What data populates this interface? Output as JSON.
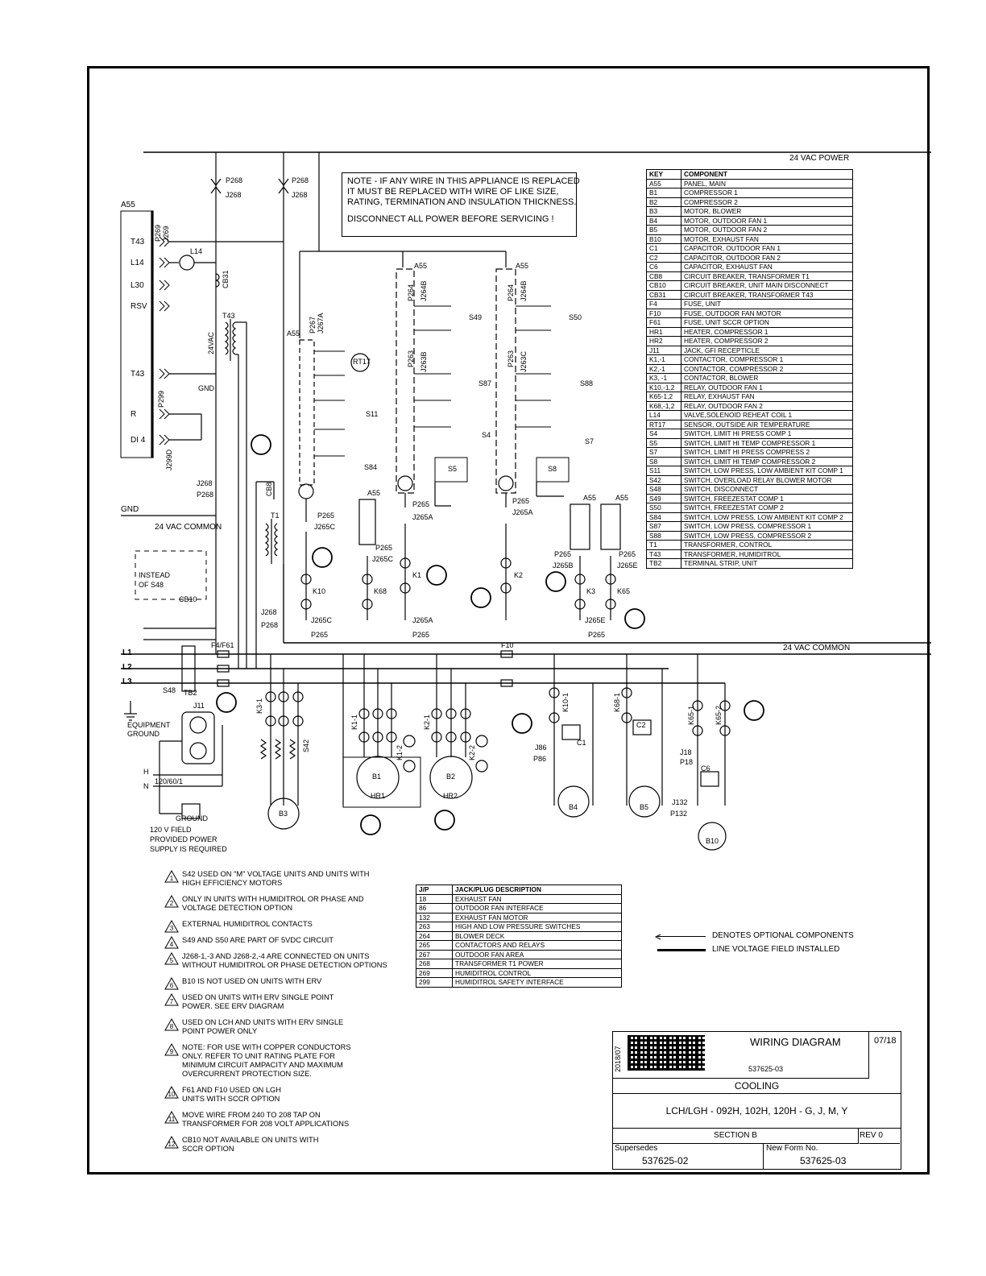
{
  "header": {
    "power_label": "24 VAC  POWER",
    "common_label_right": "24 VAC  COMMON",
    "common_label_left": "24 VAC  COMMON",
    "gnd_label": "GND"
  },
  "note_box": {
    "line1": "NOTE - IF ANY WIRE IN THIS APPLIANCE IS REPLACED",
    "line2": "IT MUST  BE REPLACED WITH WIRE OF LIKE  SIZE,",
    "line3": "RATING, TERMINATION AND INSULATION THICKNESS.",
    "line4": "DISCONNECT ALL POWER BEFORE SERVICING !"
  },
  "key_table": {
    "headers": [
      "KEY",
      "COMPONENT"
    ],
    "rows": [
      [
        "A55",
        "PANEL, MAIN"
      ],
      [
        "B1",
        "COMPRESSOR 1"
      ],
      [
        "B2",
        "COMPRESSOR 2"
      ],
      [
        "B3",
        "MOTOR, BLOWER"
      ],
      [
        "B4",
        "MOTOR, OUTDOOR FAN 1"
      ],
      [
        "B5",
        "MOTOR, OUTDOOR FAN 2"
      ],
      [
        "B10",
        "MOTOR, EXHAUST FAN"
      ],
      [
        "C1",
        "CAPACITOR, OUTDOOR FAN 1"
      ],
      [
        "C2",
        "CAPACITOR, OUTDOOR FAN 2"
      ],
      [
        "C6",
        "CAPACITOR, EXHAUST FAN"
      ],
      [
        "CB8",
        "CIRCUIT BREAKER, TRANSFORMER T1"
      ],
      [
        "CB10",
        "CIRCUIT BREAKER, UNIT MAIN DISCONNECT"
      ],
      [
        "CB31",
        "CIRCUIT BREAKER, TRANSFORMER T43"
      ],
      [
        "F4",
        "FUSE, UNIT"
      ],
      [
        "F10",
        "FUSE, OUTDOOR FAN MOTOR"
      ],
      [
        "F61",
        "FUSE, UNIT SCCR OPTION"
      ],
      [
        "HR1",
        "HEATER, COMPRESSOR 1"
      ],
      [
        "HR2",
        "HEATER, COMPRESSOR 2"
      ],
      [
        "J11",
        "JACK, GFI RECEPTICLE"
      ],
      [
        "K1,-1",
        "CONTACTOR, COMPRESSOR 1"
      ],
      [
        "K2,-1",
        "CONTACTOR, COMPRESSOR 2"
      ],
      [
        "K3, -1",
        "CONTACTOR, BLOWER"
      ],
      [
        "K10,-1,2",
        "RELAY, OUTDOOR FAN 1"
      ],
      [
        "K65-1,2",
        "RELAY, EXHAUST FAN"
      ],
      [
        "K68,-1,2",
        "RELAY, OUTDOOR FAN 2"
      ],
      [
        "L14",
        "VALVE,SOLENOID REHEAT COIL 1"
      ],
      [
        "RT17",
        "SENSOR, OUTSIDE AIR TEMPERATURE"
      ],
      [
        "S4",
        "SWITCH, LIMIT HI PRESS  COMP 1"
      ],
      [
        "S5",
        "SWITCH, LIMIT HI TEMP COMPRESSOR 1"
      ],
      [
        "S7",
        "SWITCH, LIMIT HI PRESS COMPRESS 2"
      ],
      [
        "S8",
        "SWITCH, LIMIT HI TEMP COMPRESSOR 2"
      ],
      [
        "S11",
        "SWITCH, LOW PRESS, LOW AMBIENT KIT COMP 1"
      ],
      [
        "S42",
        "SWITCH, OVERLOAD RELAY BLOWER MOTOR"
      ],
      [
        "S48",
        "SWITCH, DISCONNECT"
      ],
      [
        "S49",
        "SWITCH, FREEZESTAT COMP 1"
      ],
      [
        "S50",
        "SWITCH, FREEZESTAT COMP 2"
      ],
      [
        "S84",
        "SWITCH, LOW PRESS, LOW AMBIENT KIT COMP 2"
      ],
      [
        "S87",
        "SWITCH, LOW PRESS, COMPRESSOR 1"
      ],
      [
        "S88",
        "SWITCH, LOW PRESS, COMPRESSOR 2"
      ],
      [
        "T1",
        "TRANSFORMER, CONTROL"
      ],
      [
        "T43",
        "TRANSFORMER, HUMIDITROL"
      ],
      [
        "TB2",
        "TERMINAL STRIP, UNIT"
      ]
    ]
  },
  "jp_table": {
    "headers": [
      "J/P",
      "JACK/PLUG DESCRIPTION"
    ],
    "rows": [
      [
        "18",
        "EXHAUST FAN"
      ],
      [
        "86",
        "OUTDOOR FAN INTERFACE"
      ],
      [
        "132",
        "EXHAUST FAN MOTOR"
      ],
      [
        "263",
        "HIGH AND LOW PRESSURE SWITCHES"
      ],
      [
        "264",
        "BLOWER DECK"
      ],
      [
        "265",
        "CONTACTORS AND RELAYS"
      ],
      [
        "267",
        "OUTDOOR FAN AREA"
      ],
      [
        "268",
        "TRANSFORMER T1 POWER"
      ],
      [
        "269",
        "HUMIDITROL CONTROL"
      ],
      [
        "299",
        "HUMIDITROL SAFETY INTERFACE"
      ]
    ]
  },
  "notes": [
    {
      "num": "1",
      "l1": "S42 USED ON \"M\" VOLTAGE UNITS AND UNITS WITH",
      "l2": "HIGH EFFICIENCY MOTORS",
      "l3": ""
    },
    {
      "num": "2",
      "l1": "ONLY IN UNITS WITH HUMIDITROL OR PHASE AND",
      "l2": "VOLTAGE DETECTION OPTION",
      "l3": ""
    },
    {
      "num": "3",
      "l1": "EXTERNAL HUMIDITROL CONTACTS",
      "l2": "",
      "l3": ""
    },
    {
      "num": "4",
      "l1": "S49 AND S50 ARE PART OF  5VDC CIRCUIT",
      "l2": "",
      "l3": ""
    },
    {
      "num": "5",
      "l1": "J268-1,-3 AND J268-2,-4 ARE CONNECTED ON UNITS",
      "l2": "WITHOUT HUMIDITROL OR PHASE DETECTION OPTIONS",
      "l3": ""
    },
    {
      "num": "6",
      "l1": "B10 IS NOT USED ON UNITS WITH ERV",
      "l2": "",
      "l3": ""
    },
    {
      "num": "7",
      "l1": "USED ON UNITS WITH ERV SINGLE POINT",
      "l2": "POWER. SEE ERV DIAGRAM",
      "l3": ""
    },
    {
      "num": "8",
      "l1": "USED ON LCH AND UNITS WITH ERV SINGLE",
      "l2": "POINT POWER ONLY",
      "l3": ""
    },
    {
      "num": "9",
      "l1": "NOTE:  FOR USE WITH COPPER CONDUCTORS",
      "l2": "ONLY.  REFER TO UNIT RATING PLATE FOR",
      "l3": "MINIMUM CIRCUIT AMPACITY AND MAXIMUM",
      "l4": "OVERCURRENT PROTECTION SIZE."
    },
    {
      "num": "10",
      "l1": "F61 AND F10 USED ON LGH",
      "l2": "UNITS WITH SCCR OPTION",
      "l3": ""
    },
    {
      "num": "11",
      "l1": "MOVE WIRE FROM 240 TO 208 TAP ON",
      "l2": "TRANSFORMER FOR 208 VOLT APPLICATIONS",
      "l3": ""
    },
    {
      "num": "12",
      "l1": "CB10 NOT AVAILABLE ON UNITS WITH",
      "l2": "SCCR OPTION",
      "l3": ""
    }
  ],
  "legend": {
    "optional": "DENOTES OPTIONAL COMPONENTS",
    "field": "LINE VOLTAGE FIELD INSTALLED"
  },
  "title_block": {
    "date_vertical": "2018/07",
    "title": "WIRING DIAGRAM",
    "rev_date": "07/18",
    "doc_no": "537625-03",
    "subject": "COOLING",
    "models": "LCH/LGH - 092H, 102H, 120H - G, J, M, Y",
    "section": "SECTION B",
    "rev": "REV 0",
    "supersedes_label": "Supersedes",
    "supersedes": "537625-02",
    "new_form_label": "New Form No.",
    "new_form": "537625-03"
  },
  "left_panel": {
    "a55": "A55",
    "terminals": [
      "T43",
      "L14",
      "L30",
      "RSV",
      "T43",
      "R",
      "DI 4"
    ],
    "p269": "P269",
    "j269": "J269",
    "p299": "P299",
    "j299d": "J299D",
    "l14": "L14",
    "cb31": "CB31",
    "t43": "T43",
    "vac": "24VAC",
    "gnd": "GND",
    "p268a": "P268",
    "j268a": "J268",
    "p268b": "P268",
    "j268b": "J268",
    "j268c": "J268",
    "p268c": "P268",
    "cb8": "CB8",
    "t1": "T1",
    "instead": "INSTEAD",
    "of_s48": "OF S48",
    "cb10": "CB10"
  },
  "center_labels": {
    "a55_a": "A55",
    "p267": "P267",
    "j267a": "J267A",
    "rt17": "RT17",
    "s11": "S11",
    "s84": "S84",
    "a55_b": "A55",
    "p265_a": "P265",
    "j265c_a": "J265C",
    "p265_b": "P265",
    "j265c_b": "J265C",
    "k10": "K10",
    "k68": "K68",
    "a55_c": "A55",
    "a55_d": "A55",
    "p264_a": "P264",
    "j264b_a": "J264B",
    "p263_a": "P263",
    "j263b": "J263B",
    "p264_b": "P264",
    "j264b_b": "J264B",
    "p263_b": "P263",
    "j263c": "J263C",
    "s49": "S49",
    "s50": "S50",
    "s87": "S87",
    "s88": "S88",
    "s4": "S4",
    "s5": "S5",
    "s7": "S7",
    "s8": "S8",
    "p265_c": "P265",
    "j265a_c": "J265A",
    "p265_d": "P265",
    "j265a_d": "J265A",
    "k1": "K1",
    "k2": "K2",
    "a55_e": "A55",
    "a55_f": "A55",
    "p265_e": "P265",
    "j265b": "J265B",
    "p265_f": "P265",
    "j265e_f": "J265E",
    "k3": "K3",
    "k65": "K65",
    "j268d": "J268",
    "p268d": "P268",
    "j265c_c": "J265C",
    "p265_g": "P265",
    "j265a_e": "J265A",
    "p265_h": "P265",
    "j265e_g": "J265E",
    "p265_i": "P265",
    "f10": "F10",
    "f4f61": "F4/F61"
  },
  "power_section": {
    "l1": "L1",
    "l2": "L2",
    "l3": "L3",
    "s48": "S48",
    "tb2": "TB2",
    "j11": "J11",
    "equip1": "EQUIPMENT",
    "equip2": "GROUND",
    "h": "H",
    "n": "N",
    "v120": "120/60/1",
    "ground": "GROUND",
    "field1": "120 V FIELD",
    "field2": "PROVIDED POWER",
    "field3": "SUPPLY IS REQUIRED",
    "k3_1": "K3-1",
    "s42": "S42",
    "b3": "B3",
    "k1_1": "K1-1",
    "k1_2": "K1-2",
    "k2_1": "K2-1",
    "k2_2": "K2-2",
    "b1": "B1",
    "b2": "B2",
    "hr1": "HR1",
    "hr2": "HR2",
    "k10_1": "K10-1",
    "k68_1": "K68-1",
    "c1": "C1",
    "c2": "C2",
    "j86": "J86",
    "p86": "P86",
    "b4": "B4",
    "b5": "B5",
    "k65_1": "K65-1",
    "k65_2": "K65-2",
    "j18": "J18",
    "p18": "P18",
    "c6": "C6",
    "j132": "J132",
    "p132": "P132",
    "b10": "B10"
  }
}
